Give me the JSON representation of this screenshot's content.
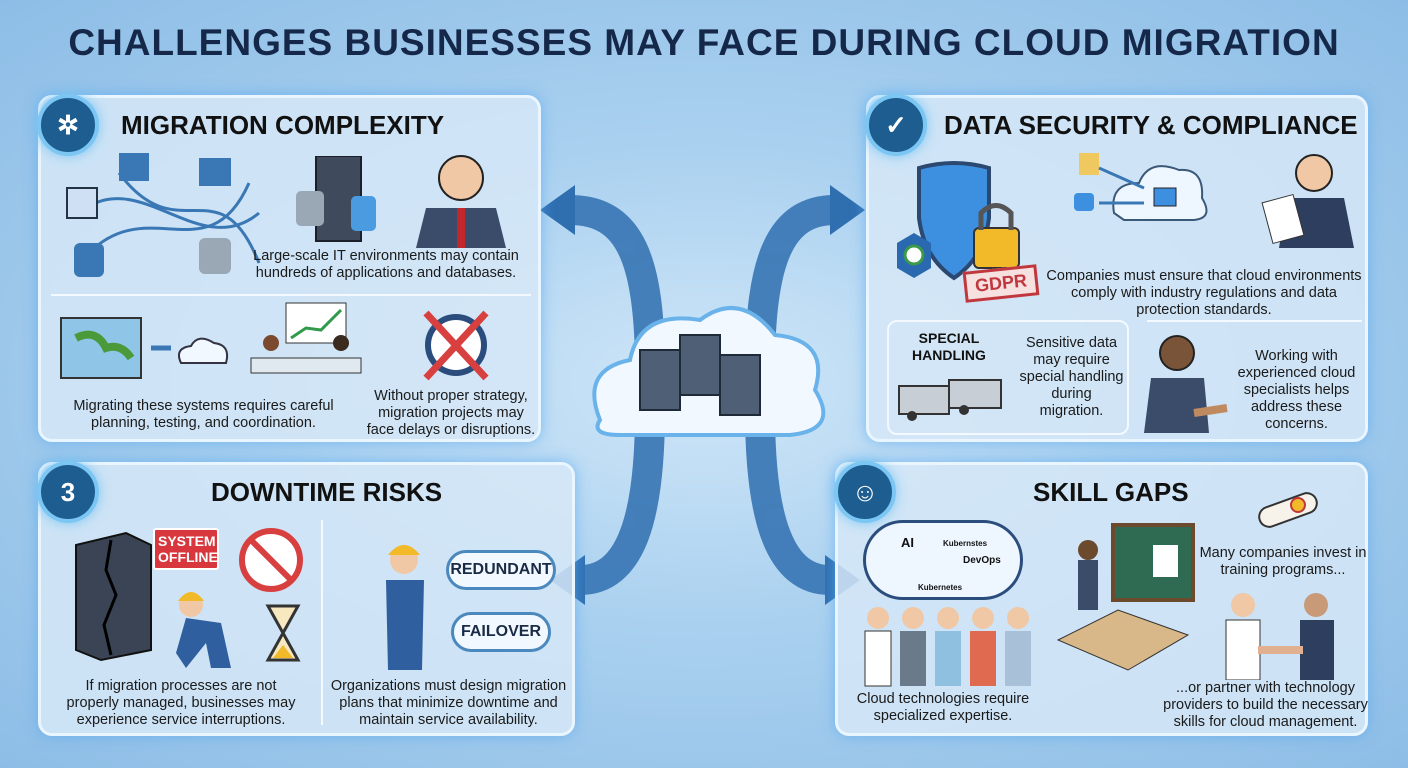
{
  "title": "CHALLENGES BUSINESSES MAY FACE DURING CLOUD MIGRATION",
  "migration": {
    "heading": "MIGRATION COMPLEXITY",
    "text1": "Large-scale IT environments may contain hundreds of applications and databases.",
    "text2": "Migrating these systems requires careful planning, testing, and coordination.",
    "text3": "Without proper strategy, migration projects may face delays or disruptions."
  },
  "security": {
    "heading": "DATA SECURITY & COMPLIANCE",
    "stamp": "GDPR",
    "text1": "Companies must ensure that cloud environments comply with industry regulations and data protection standards.",
    "special": "SPECIAL HANDLING",
    "text2": "Sensitive data may require special handling during migration.",
    "text3": "Working with experienced cloud specialists helps address these concerns."
  },
  "downtime": {
    "badge": "3",
    "heading": "DOWNTIME RISKS",
    "sign": "SYSTEM OFFLINE",
    "redundant": "REDUNDANT",
    "failover": "FAILOVER",
    "text1": "If migration processes are not properly managed, businesses may experience service interruptions.",
    "text2": "Organizations must design migration plans that minimize downtime and maintain service availability."
  },
  "skills": {
    "heading": "SKILL GAPS",
    "tags": [
      "AI",
      "Kubernstes",
      "DevOps",
      "Kubernetes"
    ],
    "text1": "Cloud technologies require specialized expertise.",
    "text2": "Many companies invest in training programs...",
    "text3": "...or partner with technology providers to build the necessary skills for cloud management."
  }
}
